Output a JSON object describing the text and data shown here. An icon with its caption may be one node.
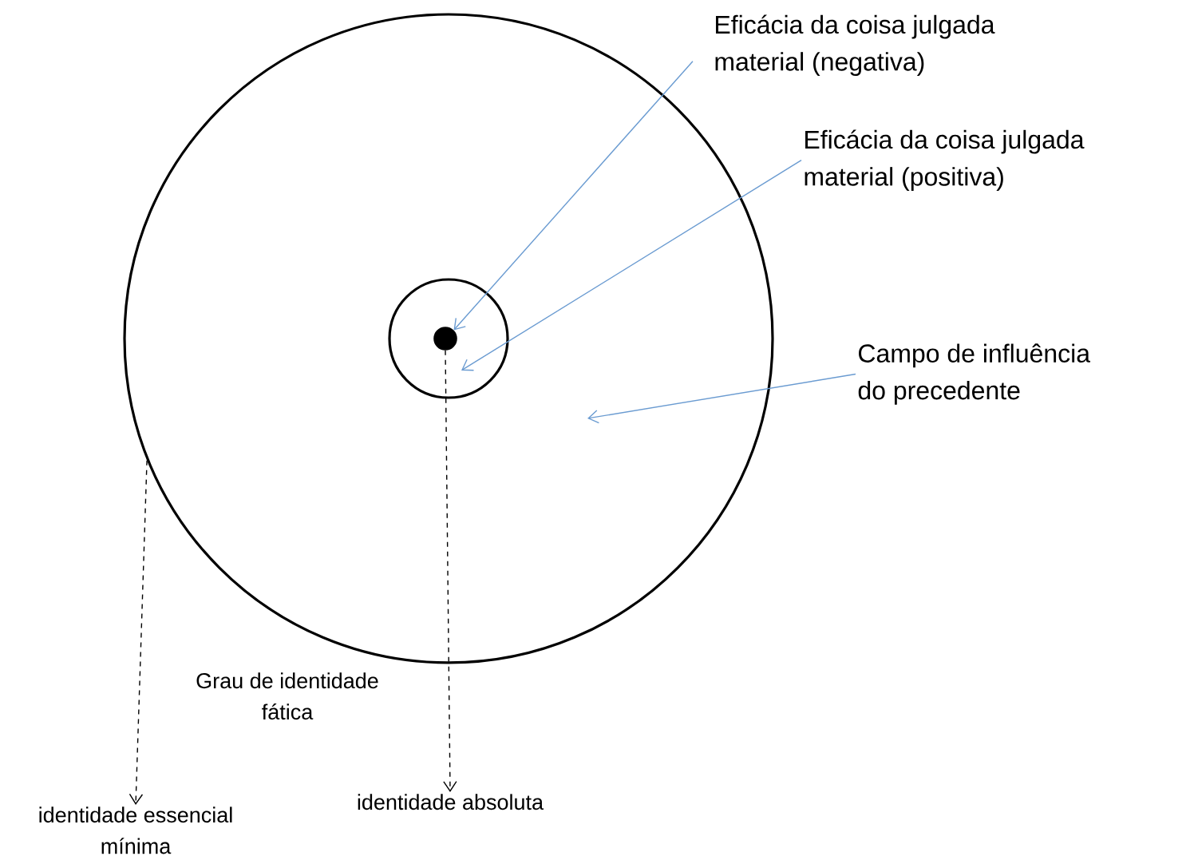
{
  "diagram": {
    "nodes": [
      {
        "text": [],
        "shape": "circle"
      },
      {
        "text": [],
        "shape": "circle",
        "in": 0
      },
      {
        "text": [],
        "shape": "circle",
        "in": 1
      },
      {
        "text": [
          "Eficácia da coisa julgada material (negativa)"
        ]
      },
      {
        "text": [
          "Eficácia da coisa julgada material (positiva)"
        ]
      },
      {
        "text": [
          "Campo de influência do precedente"
        ]
      },
      {
        "text": [
          "identidade essencial mínima"
        ]
      },
      {
        "text": [
          "identidade absoluta"
        ]
      }
    ],
    "edges": [
      {
        "from": 3,
        "to": 2,
        "arrow": "to",
        "color": "#6a9bd1"
      },
      {
        "from": 4,
        "to": 1,
        "arrow": "to",
        "color": "#6a9bd1"
      },
      {
        "from": 5,
        "to": 0,
        "arrow": "to",
        "color": "#6a9bd1"
      },
      {
        "from": 0,
        "to": 6,
        "arrow": "to",
        "style": "dashed",
        "color": "#000000"
      },
      {
        "from": 2,
        "to": 7,
        "arrow": "to",
        "style": "dashed",
        "color": "#000000"
      }
    ],
    "labels": [
      "Grau de identidade fática"
    ]
  }
}
